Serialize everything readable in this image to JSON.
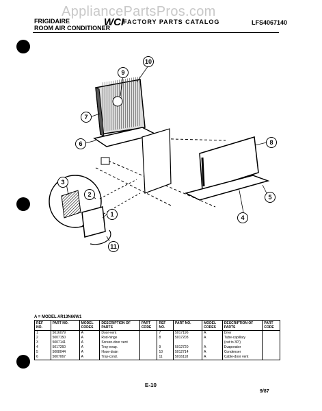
{
  "header": {
    "brand_line1": "FRIGIDAIRE",
    "brand_line2": "ROOM AIR CONDITIONER",
    "logo_text": "WCI",
    "catalog_title": "FACTORY PARTS CATALOG",
    "model_number": "LFS4067140",
    "watermark": "AppliancePartsPros.com"
  },
  "diagram": {
    "callouts": [
      "1",
      "2",
      "3",
      "4",
      "5",
      "6",
      "7",
      "8",
      "9",
      "10",
      "11"
    ]
  },
  "model_note": "A = MODEL AR13N66W1",
  "table": {
    "headers": [
      "REF NO.",
      "PART NO.",
      "MODEL CODES",
      "DESCRIPTION OF PARTS",
      "PART CODE",
      "REF NO.",
      "PART NO.",
      "MODEL CODES",
      "DESCRIPTION OF PARTS",
      "PART CODE"
    ],
    "rows": [
      [
        "1",
        "5016079",
        "A",
        "Door-vent",
        "",
        "7",
        "5017196",
        "A",
        "Drier",
        ""
      ],
      [
        "2",
        "5007150",
        "A",
        "Rod-hinge",
        "",
        "8",
        "5017203",
        "A",
        "Tube-capillary",
        ""
      ],
      [
        "3",
        "5007141",
        "A",
        "Screen-door vent",
        "",
        "",
        "",
        "",
        "(cut to 30\")",
        ""
      ],
      [
        "4",
        "5017260",
        "A",
        "Tray-evap.",
        "",
        "9",
        "5012720",
        "A",
        "Evaporator",
        ""
      ],
      [
        "5",
        "5008044",
        "A",
        "Hose-drain",
        "",
        "10",
        "5012714",
        "A",
        "Condenser",
        ""
      ],
      [
        "6",
        "5007067",
        "A",
        "Tray-cond.",
        "",
        "11",
        "5016118",
        "A",
        "Cable-door vent",
        ""
      ]
    ]
  },
  "footer": {
    "page_number": "E-10",
    "date": "9/87"
  }
}
